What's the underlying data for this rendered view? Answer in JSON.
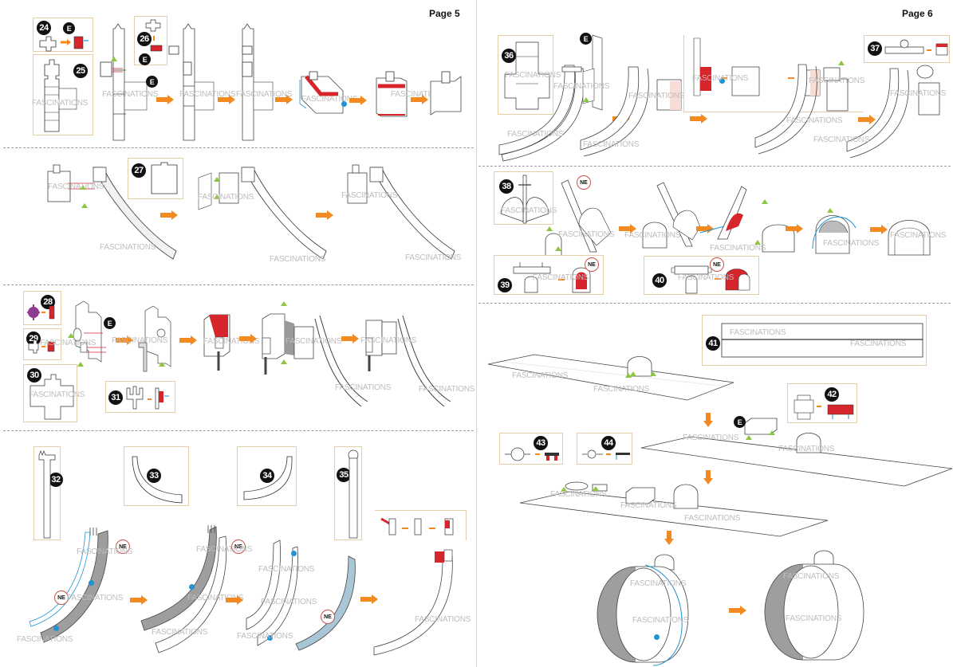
{
  "document": {
    "brand_watermark": "FASCINATIONS",
    "colors": {
      "step_arrow": "#f28a21",
      "highlight_red": "#d7262b",
      "glue_dot_blue": "#1f93d3",
      "align_triangle_green": "#8cc63f",
      "inset_border": "#e6cda8",
      "shaded_part": "#9e9e9e"
    },
    "badge_legend": {
      "e_badge": "E",
      "ne_badge": "NE"
    }
  },
  "page5": {
    "label": "Page 5",
    "rows": [
      {
        "steps": [
          "24",
          "25",
          "26"
        ],
        "badges": [
          "E",
          "E",
          "E"
        ]
      },
      {
        "steps": [
          "27"
        ]
      },
      {
        "steps": [
          "28",
          "29",
          "30",
          "31"
        ],
        "badges": [
          "E"
        ]
      },
      {
        "steps": [
          "32",
          "33",
          "34",
          "35"
        ],
        "badges": [
          "NE",
          "NE",
          "NE",
          "NE"
        ]
      }
    ]
  },
  "page6": {
    "label": "Page 6",
    "rows": [
      {
        "steps": [
          "36",
          "37"
        ],
        "badges": [
          "E"
        ]
      },
      {
        "steps": [
          "38",
          "39",
          "40"
        ],
        "badges": [
          "NE",
          "NE",
          "NE"
        ]
      },
      {
        "steps": [
          "41",
          "42",
          "43",
          "44"
        ],
        "badges": [
          "E"
        ]
      }
    ]
  }
}
